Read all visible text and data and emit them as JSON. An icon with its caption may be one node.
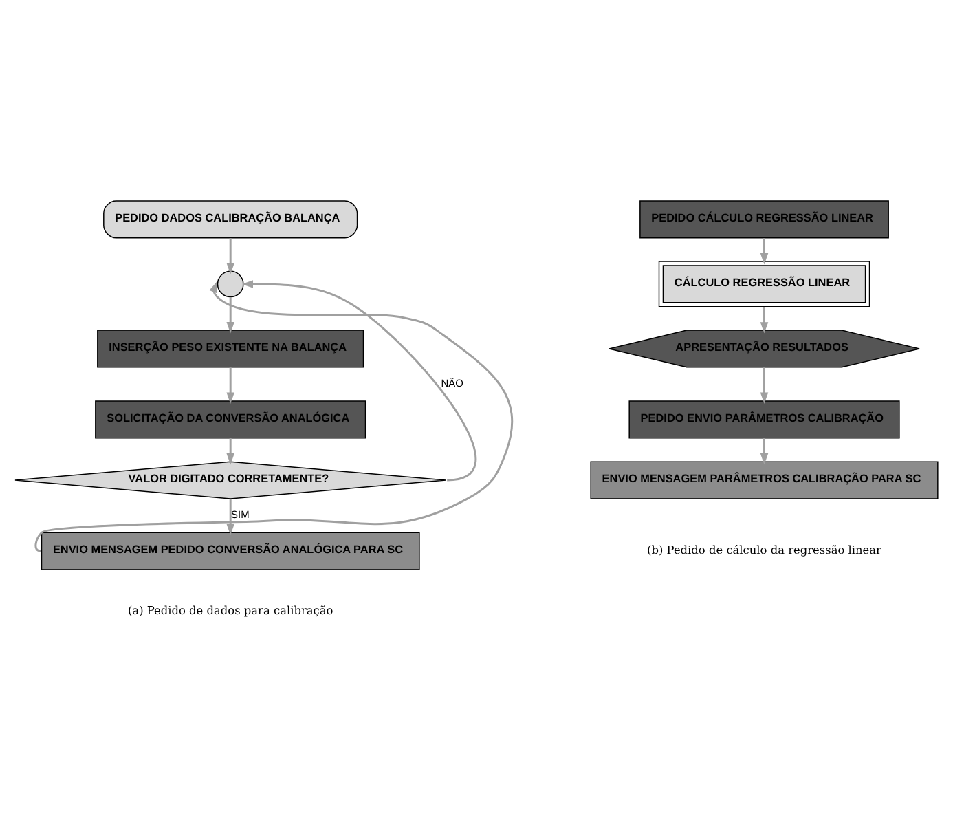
{
  "diagram": {
    "nodes": [
      {
        "text": [
          "PEDIDO DADOS CALIBRAÇÃO BALANÇA"
        ]
      },
      {
        "text": [],
        "shape": "circle"
      },
      {
        "text": [
          "INSERÇÃO PESO EXISTENTE NA BALANÇA"
        ]
      },
      {
        "text": [
          "SOLICITAÇÃO DA CONVERSÃO ANALÓGICA"
        ]
      },
      {
        "text": [
          "VALOR DIGITADO CORRETAMENTE?"
        ]
      },
      {
        "text": [
          "ENVIO MENSAGEM PEDIDO CONVERSÃO ANALÓGICA PARA SC"
        ]
      },
      {
        "text": [
          "PEDIDO CÁLCULO REGRESSÃO LINEAR"
        ]
      },
      {
        "text": [
          "CÁLCULO REGRESSÃO LINEAR"
        ]
      },
      {
        "text": [
          "APRESENTAÇÃO RESULTADOS"
        ]
      },
      {
        "text": [
          "PEDIDO ENVIO PARÂMETROS CALIBRAÇÃO"
        ]
      },
      {
        "text": [
          "ENVIO MENSAGEM PARÂMETROS CALIBRAÇÃO PARA SC"
        ]
      }
    ],
    "edges": [
      {
        "from": 0,
        "to": 1,
        "arrow": "to"
      },
      {
        "from": 1,
        "to": 2,
        "arrow": "to"
      },
      {
        "from": 2,
        "to": 3,
        "arrow": "to"
      },
      {
        "from": 3,
        "to": 4,
        "arrow": "to"
      },
      {
        "from": 4,
        "to": 1,
        "arrow": "to",
        "label": "NÃO"
      },
      {
        "from": 4,
        "to": 5,
        "arrow": "to",
        "label": "SIM"
      },
      {
        "from": 5,
        "to": 1,
        "arrow": "to"
      },
      {
        "from": 6,
        "to": 7,
        "arrow": "to"
      },
      {
        "from": 7,
        "to": 8,
        "arrow": "to"
      },
      {
        "from": 8,
        "to": 9,
        "arrow": "to"
      },
      {
        "from": 9,
        "to": 10,
        "arrow": "to"
      }
    ],
    "labels": [
      "(a) Pedido de dados para calibração",
      "(b) Pedido de cálculo da regressão linear"
    ]
  }
}
